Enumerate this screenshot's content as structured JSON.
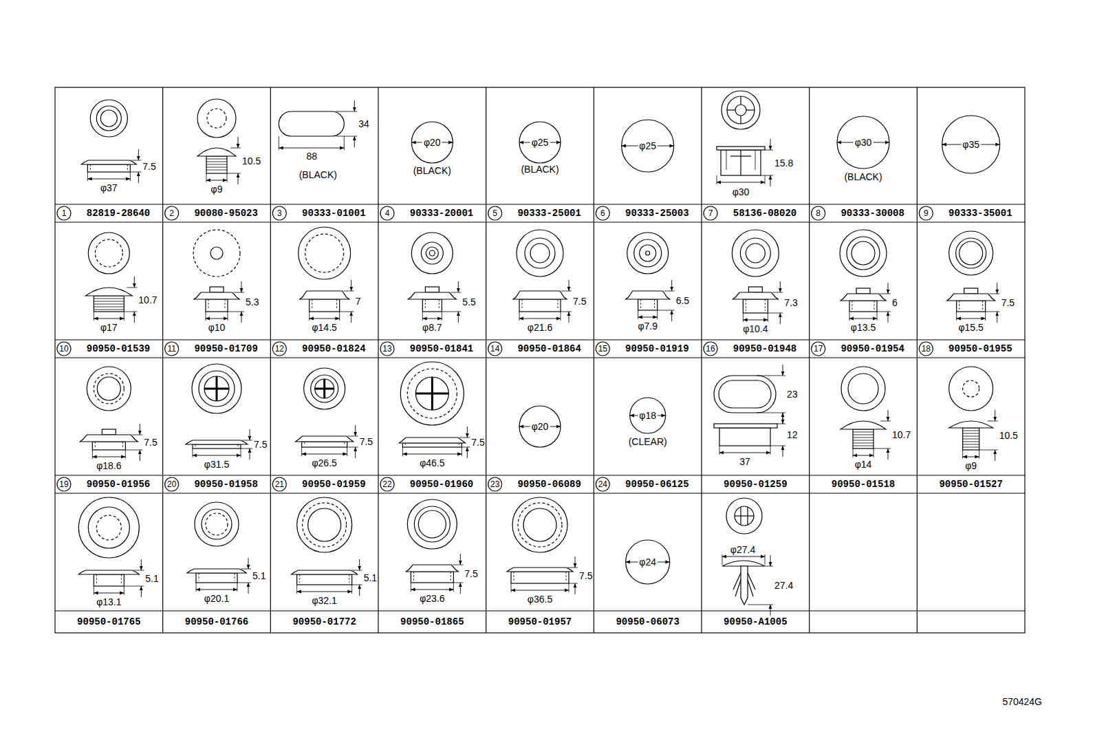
{
  "diagram": {
    "labels": [
      "7.5",
      "φ37",
      "1",
      "82819-28640",
      "10.5",
      "φ9",
      "2",
      "90080-95023",
      "34",
      "88",
      "(BLACK)",
      "3",
      "90333-01001",
      "φ20",
      "(BLACK)",
      "4",
      "90333-20001",
      "φ25",
      "(BLACK)",
      "5",
      "90333-25001",
      "φ25",
      "6",
      "90333-25003",
      "15.8",
      "φ30",
      "7",
      "58136-08020",
      "φ30",
      "(BLACK)",
      "8",
      "90333-30008",
      "φ35",
      "9",
      "90333-35001",
      "10.7",
      "φ17",
      "10",
      "90950-01539",
      "5.3",
      "φ10",
      "11",
      "90950-01709",
      "7",
      "φ14.5",
      "12",
      "90950-01824",
      "5.5",
      "φ8.7",
      "13",
      "90950-01841",
      "7.5",
      "φ21.6",
      "14",
      "90950-01864",
      "6.5",
      "φ7.9",
      "15",
      "90950-01919",
      "7.3",
      "φ10.4",
      "16",
      "90950-01948",
      "6",
      "φ13.5",
      "17",
      "90950-01954",
      "7.5",
      "φ15.5",
      "18",
      "90950-01955",
      "7.5",
      "φ18.6",
      "19",
      "90950-01956",
      "7.5",
      "φ31.5",
      "20",
      "90950-01958",
      "7.5",
      "φ26.5",
      "21",
      "90950-01959",
      "7.5",
      "φ46.5",
      "22",
      "90950-01960",
      "φ20",
      "23",
      "90950-06089",
      "φ18",
      "(CLEAR)",
      "24",
      "90950-06125",
      "23",
      "12",
      "37",
      "90950-01259",
      "10.7",
      "φ14",
      "90950-01518",
      "10.5",
      "φ9",
      "90950-01527",
      "5.1",
      "φ13.1",
      "90950-01765",
      "5.1",
      "φ20.1",
      "90950-01766",
      "5.1",
      "φ32.1",
      "90950-01772",
      "7.5",
      "φ23.6",
      "90950-01865",
      "7.5",
      "φ36.5",
      "90950-01957",
      "φ24",
      "90950-06073",
      "φ27.4",
      "27.4",
      "90950-A1005",
      "570424G"
    ]
  }
}
